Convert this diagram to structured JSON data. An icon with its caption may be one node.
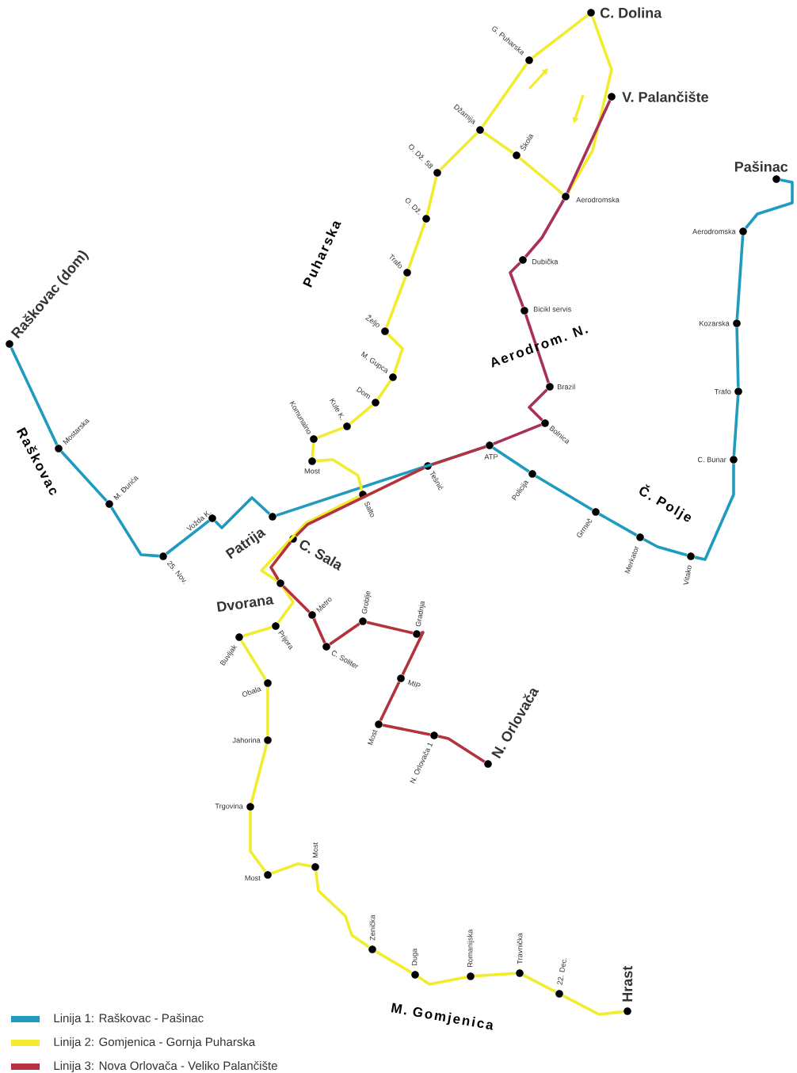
{
  "diagram": {
    "nodes": [
      {
        "text": [
          "Raškovac (dom)"
        ]
      },
      {
        "text": [
          "Mostarska"
        ]
      },
      {
        "text": [
          "M. Đurića"
        ]
      },
      {
        "text": [
          "25. Nov."
        ]
      },
      {
        "text": [
          "Vožda K."
        ]
      },
      {
        "text": [
          "Patrija"
        ]
      },
      {
        "text": [
          "ATP"
        ]
      },
      {
        "text": [
          "Policija"
        ]
      },
      {
        "text": [
          "Grmeč"
        ]
      },
      {
        "text": [
          "Merkator"
        ]
      },
      {
        "text": [
          "Vitako"
        ]
      },
      {
        "text": [
          "C. Bunar"
        ]
      },
      {
        "text": [
          "Trafo"
        ]
      },
      {
        "text": [
          "Kozarska"
        ]
      },
      {
        "text": [
          "Aerodromska"
        ]
      },
      {
        "text": [
          "Pašinac"
        ]
      },
      {
        "text": [
          "Hrast"
        ]
      },
      {
        "text": [
          "22. Dec."
        ]
      },
      {
        "text": [
          "Travnička"
        ]
      },
      {
        "text": [
          "Romanijska"
        ]
      },
      {
        "text": [
          "Duga"
        ]
      },
      {
        "text": [
          "Zenička"
        ]
      },
      {
        "text": [
          "Most"
        ]
      },
      {
        "text": [
          "Most"
        ]
      },
      {
        "text": [
          "Trgovina"
        ]
      },
      {
        "text": [
          "Jahorina"
        ]
      },
      {
        "text": [
          "Obala"
        ]
      },
      {
        "text": [
          "Buvljak"
        ]
      },
      {
        "text": [
          "Prijora"
        ]
      },
      {
        "text": [
          "Dvorana"
        ]
      },
      {
        "text": [
          "Salto"
        ]
      },
      {
        "text": [
          "Most"
        ]
      },
      {
        "text": [
          "Komunalno"
        ]
      },
      {
        "text": [
          "Kule K."
        ]
      },
      {
        "text": [
          "Dom"
        ]
      },
      {
        "text": [
          "M. Gupca"
        ]
      },
      {
        "text": [
          "Željo"
        ]
      },
      {
        "text": [
          "Trafo"
        ]
      },
      {
        "text": [
          "O. Dž."
        ]
      },
      {
        "text": [
          "O. Dž. 58"
        ]
      },
      {
        "text": [
          "Džamija"
        ]
      },
      {
        "text": [
          "G. Puharska"
        ]
      },
      {
        "text": [
          "C. Dolina"
        ]
      },
      {
        "text": [
          "Škola"
        ]
      },
      {
        "text": [
          "Aerodromska"
        ]
      },
      {
        "text": [
          "V. Palančište"
        ]
      },
      {
        "text": [
          "Dubička"
        ]
      },
      {
        "text": [
          "Bicikl servis"
        ]
      },
      {
        "text": [
          "Brazil"
        ]
      },
      {
        "text": [
          "Bolnica"
        ]
      },
      {
        "text": [
          "Tešnić"
        ]
      },
      {
        "text": [
          "C. Sala"
        ]
      },
      {
        "text": [
          "Metro"
        ]
      },
      {
        "text": [
          "C. Soliter"
        ]
      },
      {
        "text": [
          "Groblje"
        ]
      },
      {
        "text": [
          "Gradnja"
        ]
      },
      {
        "text": [
          "MIP"
        ]
      },
      {
        "text": [
          "Most"
        ]
      },
      {
        "text": [
          "N. Orlovača 1"
        ]
      },
      {
        "text": [
          "N. Orlovača"
        ]
      }
    ],
    "edges": [
      {
        "from": 0,
        "to": 1,
        "arrow": "none",
        "color": "#1f9bbf"
      },
      {
        "from": 1,
        "to": 2,
        "arrow": "none",
        "color": "#1f9bbf"
      },
      {
        "from": 2,
        "to": 3,
        "arrow": "none",
        "color": "#1f9bbf"
      },
      {
        "from": 3,
        "to": 4,
        "arrow": "none",
        "color": "#1f9bbf"
      },
      {
        "from": 4,
        "to": 5,
        "arrow": "none",
        "color": "#1f9bbf"
      },
      {
        "from": 5,
        "to": 6,
        "arrow": "none",
        "color": "#1f9bbf"
      },
      {
        "from": 6,
        "to": 7,
        "arrow": "none",
        "color": "#1f9bbf"
      },
      {
        "from": 7,
        "to": 8,
        "arrow": "none",
        "color": "#1f9bbf"
      },
      {
        "from": 8,
        "to": 9,
        "arrow": "none",
        "color": "#1f9bbf"
      },
      {
        "from": 9,
        "to": 10,
        "arrow": "none",
        "color": "#1f9bbf"
      },
      {
        "from": 10,
        "to": 11,
        "arrow": "none",
        "color": "#1f9bbf"
      },
      {
        "from": 11,
        "to": 12,
        "arrow": "none",
        "color": "#1f9bbf"
      },
      {
        "from": 12,
        "to": 13,
        "arrow": "none",
        "color": "#1f9bbf"
      },
      {
        "from": 13,
        "to": 14,
        "arrow": "none",
        "color": "#1f9bbf"
      },
      {
        "from": 14,
        "to": 15,
        "arrow": "none",
        "color": "#1f9bbf"
      },
      {
        "from": 16,
        "to": 17,
        "arrow": "none",
        "color": "#f2ec2e"
      },
      {
        "from": 17,
        "to": 18,
        "arrow": "none",
        "color": "#f2ec2e"
      },
      {
        "from": 18,
        "to": 19,
        "arrow": "none",
        "color": "#f2ec2e"
      },
      {
        "from": 19,
        "to": 20,
        "arrow": "none",
        "color": "#f2ec2e"
      },
      {
        "from": 20,
        "to": 21,
        "arrow": "none",
        "color": "#f2ec2e"
      },
      {
        "from": 21,
        "to": 22,
        "arrow": "none",
        "color": "#f2ec2e"
      },
      {
        "from": 22,
        "to": 23,
        "arrow": "none",
        "color": "#f2ec2e"
      },
      {
        "from": 23,
        "to": 24,
        "arrow": "none",
        "color": "#f2ec2e"
      },
      {
        "from": 24,
        "to": 25,
        "arrow": "none",
        "color": "#f2ec2e"
      },
      {
        "from": 25,
        "to": 26,
        "arrow": "none",
        "color": "#f2ec2e"
      },
      {
        "from": 26,
        "to": 27,
        "arrow": "none",
        "color": "#f2ec2e"
      },
      {
        "from": 27,
        "to": 28,
        "arrow": "none",
        "color": "#f2ec2e"
      },
      {
        "from": 28,
        "to": 29,
        "arrow": "none",
        "color": "#f2ec2e"
      },
      {
        "from": 29,
        "to": 30,
        "arrow": "none",
        "color": "#f2ec2e"
      },
      {
        "from": 30,
        "to": 31,
        "arrow": "none",
        "color": "#f2ec2e"
      },
      {
        "from": 31,
        "to": 32,
        "arrow": "none",
        "color": "#f2ec2e"
      },
      {
        "from": 32,
        "to": 33,
        "arrow": "none",
        "color": "#f2ec2e"
      },
      {
        "from": 33,
        "to": 34,
        "arrow": "none",
        "color": "#f2ec2e"
      },
      {
        "from": 34,
        "to": 35,
        "arrow": "none",
        "color": "#f2ec2e"
      },
      {
        "from": 35,
        "to": 36,
        "arrow": "none",
        "color": "#f2ec2e"
      },
      {
        "from": 36,
        "to": 37,
        "arrow": "none",
        "color": "#f2ec2e"
      },
      {
        "from": 37,
        "to": 38,
        "arrow": "none",
        "color": "#f2ec2e"
      },
      {
        "from": 38,
        "to": 39,
        "arrow": "none",
        "color": "#f2ec2e"
      },
      {
        "from": 39,
        "to": 40,
        "arrow": "none",
        "color": "#f2ec2e"
      },
      {
        "from": 40,
        "to": 41,
        "arrow": "none",
        "color": "#f2ec2e"
      },
      {
        "from": 41,
        "to": 42,
        "arrow": "none",
        "color": "#f2ec2e"
      },
      {
        "from": 42,
        "to": 44,
        "arrow": "none",
        "color": "#f2ec2e"
      },
      {
        "from": 44,
        "to": 43,
        "arrow": "none",
        "color": "#f2ec2e"
      },
      {
        "from": 43,
        "to": 40,
        "arrow": "none",
        "color": "#f2ec2e"
      },
      {
        "from": 45,
        "to": 44,
        "arrow": "none",
        "color": "#a8305f"
      },
      {
        "from": 44,
        "to": 46,
        "arrow": "none",
        "color": "#a8305f"
      },
      {
        "from": 46,
        "to": 47,
        "arrow": "none",
        "color": "#a8305f"
      },
      {
        "from": 47,
        "to": 48,
        "arrow": "none",
        "color": "#a8305f"
      },
      {
        "from": 48,
        "to": 49,
        "arrow": "none",
        "color": "#a8305f"
      },
      {
        "from": 49,
        "to": 6,
        "arrow": "none",
        "color": "#a8305f"
      },
      {
        "from": 6,
        "to": 50,
        "arrow": "none",
        "color": "#b4323c"
      },
      {
        "from": 50,
        "to": 51,
        "arrow": "none",
        "color": "#b4323c"
      },
      {
        "from": 51,
        "to": 29,
        "arrow": "none",
        "color": "#b4323c"
      },
      {
        "from": 29,
        "to": 52,
        "arrow": "none",
        "color": "#b4323c"
      },
      {
        "from": 52,
        "to": 53,
        "arrow": "none",
        "color": "#b4323c"
      },
      {
        "from": 53,
        "to": 54,
        "arrow": "none",
        "color": "#b4323c"
      },
      {
        "from": 54,
        "to": 55,
        "arrow": "none",
        "color": "#b4323c"
      },
      {
        "from": 55,
        "to": 56,
        "arrow": "none",
        "color": "#b4323c"
      },
      {
        "from": 56,
        "to": 57,
        "arrow": "none",
        "color": "#b4323c"
      },
      {
        "from": 57,
        "to": 58,
        "arrow": "none",
        "color": "#b4323c"
      },
      {
        "from": 58,
        "to": 59,
        "arrow": "none",
        "color": "#b4323c"
      }
    ],
    "labels": [
      "Puharska",
      "Raškovac",
      "Aerodrom. N.",
      "Č. Polje",
      "M. Gomjenica"
    ],
    "legend": [
      {
        "text": "Linija 1: Raškovac - Pašinac",
        "color": "#1f9bbf"
      },
      {
        "text": "Linija 2: Gomjenica - Gornja Puharska",
        "color": "#f2ec2e"
      },
      {
        "text": "Linija 3: Nova Orlovača - Veliko Palančište",
        "color": "#b4323c"
      }
    ]
  }
}
